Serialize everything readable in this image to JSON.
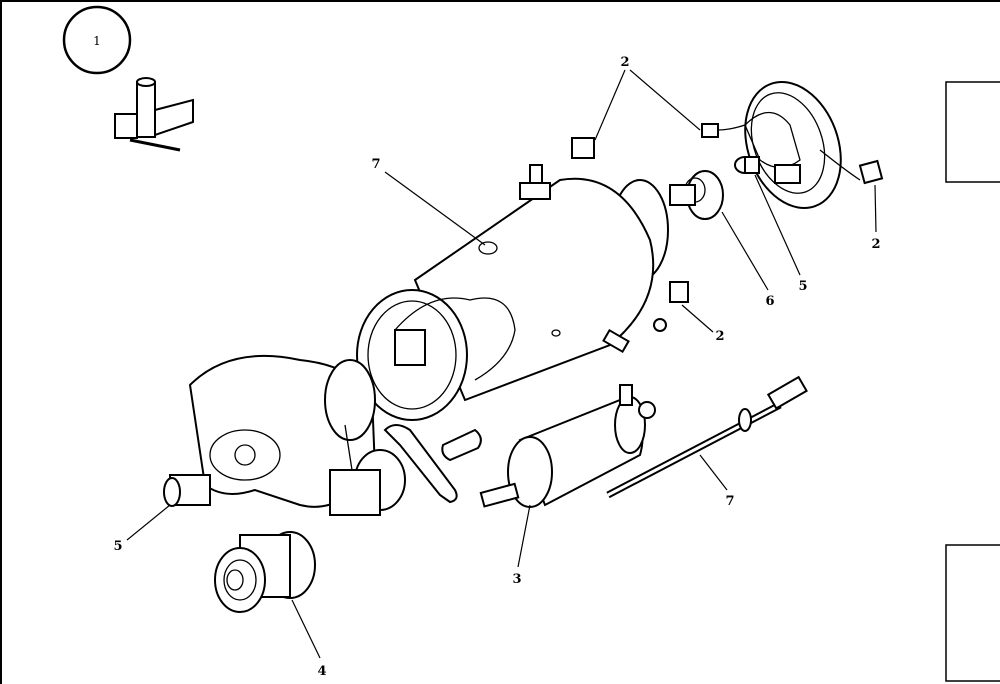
{
  "figure_number": "1",
  "callouts": [
    {
      "id": "c2a",
      "text": "2"
    },
    {
      "id": "c2b",
      "text": "2"
    },
    {
      "id": "c2c",
      "text": "2"
    },
    {
      "id": "c7a",
      "text": "7"
    },
    {
      "id": "c6",
      "text": "6"
    },
    {
      "id": "c5a",
      "text": "5"
    },
    {
      "id": "c7b",
      "text": "7"
    },
    {
      "id": "c3",
      "text": "3"
    },
    {
      "id": "c5b",
      "text": "5"
    },
    {
      "id": "c4",
      "text": "4"
    }
  ]
}
